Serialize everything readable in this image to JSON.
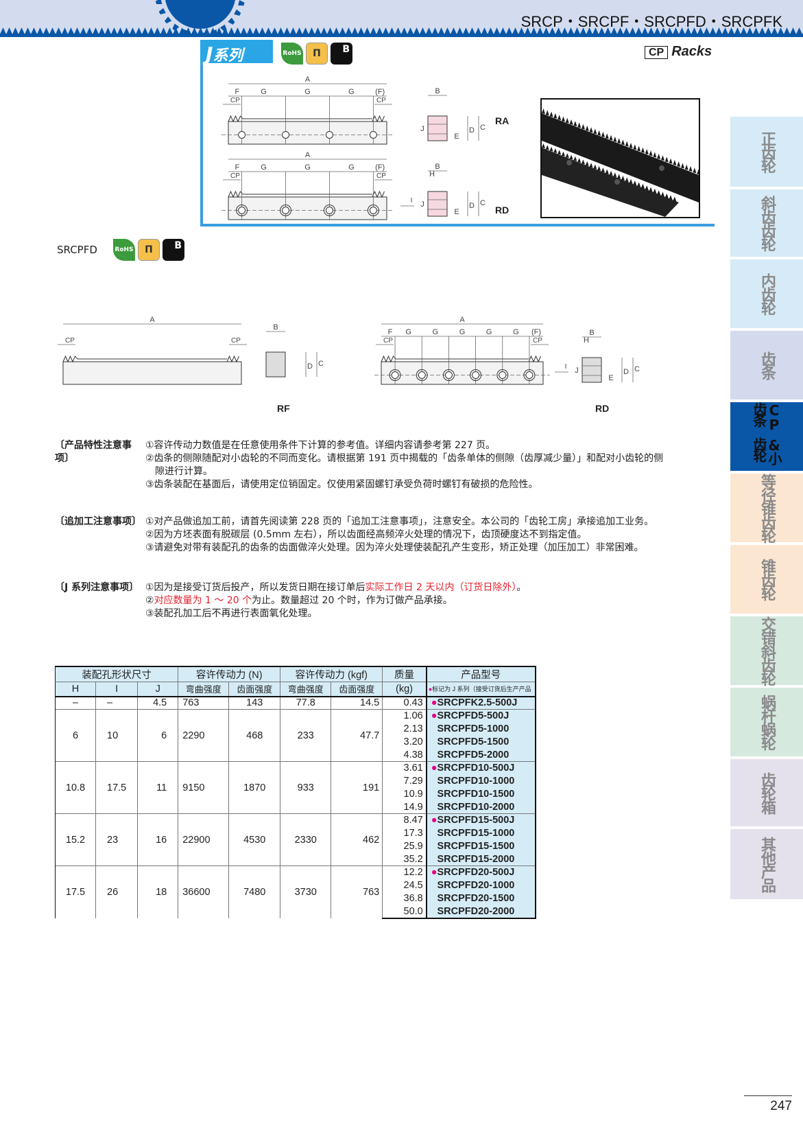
{
  "header": {
    "title": "SRCP・SRCPF・SRCPFD・SRCPFK",
    "brand_color": "#0a57a8",
    "band_color": "#d3dcef"
  },
  "jseries": {
    "j": "J",
    "label": "系列",
    "accent": "#2aa5e6"
  },
  "badges": {
    "rohs": "RoHS",
    "b": "B"
  },
  "cp_racks": {
    "cp": "CP",
    "title": "Racks"
  },
  "drawing_labels": {
    "A": "A",
    "F": "F",
    "G": "G",
    "Fp": "(F)",
    "CP": "CP",
    "B": "B",
    "C": "C",
    "D": "D",
    "E": "E",
    "H": "H",
    "I": "I",
    "J": "J"
  },
  "types": {
    "ra": "RA",
    "rd": "RD",
    "rf": "RF",
    "rd2": "RD"
  },
  "srcpfd_label": "SRCPFD",
  "notes": [
    {
      "head": "〔产品特性注意事项〕",
      "lines": [
        [
          {
            "t": "①容许传动力数值是在任意使用条件下计算的参考值。详细内容请参考第 227 页。"
          }
        ],
        [
          {
            "t": "②齿条的侧隙随配对小齿轮的不同而变化。请根据第 191 页中揭载的「齿条单体的侧隙（齿厚减少量）」和配对小齿轮的侧"
          }
        ],
        [
          {
            "t": "　隙进行计算。"
          }
        ],
        [
          {
            "t": "③齿条装配在基面后，请使用定位销固定。仅使用紧固螺钉承受负荷时螺钉有破损的危险性。"
          }
        ]
      ]
    },
    {
      "head": "〔追加工注意事项〕",
      "lines": [
        [
          {
            "t": "①对产品做追加工前，请首先阅读第 228 页的「追加工注意事项」，注意安全。本公司的「齿轮工房」承接追加工业务。"
          }
        ],
        [
          {
            "t": "②因为方坯表面有脱碳层 (0.5mm 左右），所以齿面经高频淬火处理的情况下，齿顶硬度达不到指定值。"
          }
        ],
        [
          {
            "t": "③请避免对带有装配孔的齿条的齿面做淬火处理。因为淬火处理使装配孔产生变形，矫正处理（加压加工）非常困难。"
          }
        ]
      ]
    },
    {
      "head": "〔J 系列注意事项〕",
      "lines": [
        [
          {
            "t": "①因为是接受订货后投产，所以发货日期在接订单后"
          },
          {
            "t": "实际工作日 2 天以内（订货日除外）",
            "red": true
          },
          {
            "t": "。"
          }
        ],
        [
          {
            "t": "②"
          },
          {
            "t": "对应数量为 1 ～ 20 个",
            "red": true
          },
          {
            "t": "为止。数量超过 20 个时，作为订做产品承接。"
          }
        ],
        [
          {
            "t": "③装配孔加工后不再进行表面氧化处理。"
          }
        ]
      ]
    }
  ],
  "table": {
    "group_headers": [
      "装配孔形状尺寸",
      "容许传动力 (N)",
      "容许传动力 (kgf)",
      "质量",
      "产品型号"
    ],
    "sub_headers": [
      "H",
      "I",
      "J",
      "弯曲强度",
      "齿面强度",
      "弯曲强度",
      "齿面强度",
      "(kg)"
    ],
    "model_note": "标记为 J 系列（接受订货后生产产品",
    "rows": [
      {
        "H": "–",
        "I": "–",
        "J": "4.5",
        "bendN": "763",
        "faceN": "143",
        "bendKgf": "77.8",
        "faceKgf": "14.5",
        "items": [
          {
            "mass": "0.43",
            "model": "SRCPFK2.5-500J",
            "j": true
          }
        ]
      },
      {
        "H": "6",
        "I": "10",
        "J": "6",
        "bendN": "2290",
        "faceN": "468",
        "bendKgf": "233",
        "faceKgf": "47.7",
        "items": [
          {
            "mass": "1.06",
            "model": "SRCPFD5-500J",
            "j": true
          },
          {
            "mass": "2.13",
            "model": "SRCPFD5-1000"
          },
          {
            "mass": "3.20",
            "model": "SRCPFD5-1500"
          },
          {
            "mass": "4.38",
            "model": "SRCPFD5-2000"
          }
        ]
      },
      {
        "H": "10.8",
        "I": "17.5",
        "J": "11",
        "bendN": "9150",
        "faceN": "1870",
        "bendKgf": "933",
        "faceKgf": "191",
        "items": [
          {
            "mass": "3.61",
            "model": "SRCPFD10-500J",
            "j": true
          },
          {
            "mass": "7.29",
            "model": "SRCPFD10-1000"
          },
          {
            "mass": "10.9",
            "model": "SRCPFD10-1500"
          },
          {
            "mass": "14.9",
            "model": "SRCPFD10-2000"
          }
        ]
      },
      {
        "H": "15.2",
        "I": "23",
        "J": "16",
        "bendN": "22900",
        "faceN": "4530",
        "bendKgf": "2330",
        "faceKgf": "462",
        "items": [
          {
            "mass": "8.47",
            "model": "SRCPFD15-500J",
            "j": true
          },
          {
            "mass": "17.3",
            "model": "SRCPFD15-1000"
          },
          {
            "mass": "25.9",
            "model": "SRCPFD15-1500"
          },
          {
            "mass": "35.2",
            "model": "SRCPFD15-2000"
          }
        ]
      },
      {
        "H": "17.5",
        "I": "26",
        "J": "18",
        "bendN": "36600",
        "faceN": "7480",
        "bendKgf": "3730",
        "faceKgf": "763",
        "items": [
          {
            "mass": "12.2",
            "model": "SRCPFD20-500J",
            "j": true
          },
          {
            "mass": "24.5",
            "model": "SRCPFD20-1000"
          },
          {
            "mass": "36.8",
            "model": "SRCPFD20-1500"
          },
          {
            "mass": "50.0",
            "model": "SRCPFD20-2000"
          }
        ]
      }
    ]
  },
  "side_tabs": [
    {
      "label": "正齿轮",
      "color": "#d6ebf7"
    },
    {
      "label": "斜齿齿轮",
      "color": "#d6ebf7"
    },
    {
      "label": "内齿轮",
      "color": "#d6ebf7"
    },
    {
      "label": "齿条",
      "color": "#d3daee"
    },
    {
      "label_right": "CP齿条",
      "label_left": "&小齿轮",
      "active": true,
      "color": "#0a57a8"
    },
    {
      "label": "等径锥齿轮",
      "color": "#fbe6d2"
    },
    {
      "label": "锥齿轮",
      "color": "#fbe6d2"
    },
    {
      "label": "交错斜齿轮",
      "color": "#d5e9df"
    },
    {
      "label": "蜗杆蜗轮",
      "color": "#d5e9df"
    },
    {
      "label": "齿轮箱",
      "color": "#e4e0ec"
    },
    {
      "label": "其他产品",
      "color": "#e4e0ec"
    }
  ],
  "page_number": "247"
}
